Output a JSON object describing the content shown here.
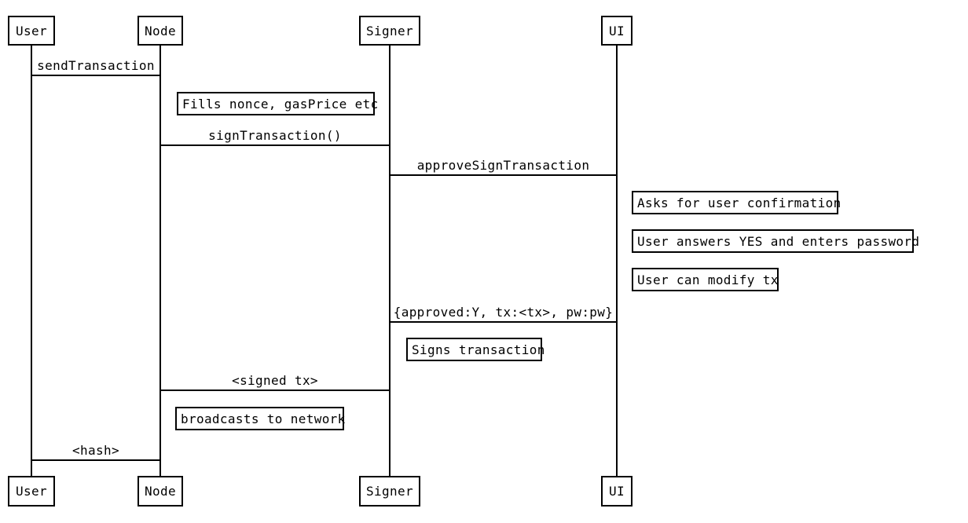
{
  "diagram": {
    "type": "sequence-diagram",
    "background_color": "#ffffff",
    "line_color": "#000000",
    "actors": [
      {
        "id": "user",
        "label": "User"
      },
      {
        "id": "node",
        "label": "Node"
      },
      {
        "id": "signer",
        "label": "Signer"
      },
      {
        "id": "ui",
        "label": "UI"
      }
    ],
    "messages": [
      {
        "from": "User",
        "to": "Node",
        "label": "sendTransaction"
      },
      {
        "from": "Node",
        "to": "Signer",
        "label": "signTransaction()"
      },
      {
        "from": "Signer",
        "to": "UI",
        "label": "approveSignTransaction"
      },
      {
        "from": "UI",
        "to": "Signer",
        "label": "{approved:Y, tx:<tx>, pw:pw}"
      },
      {
        "from": "Signer",
        "to": "Node",
        "label": "<signed tx>"
      },
      {
        "from": "Node",
        "to": "User",
        "label": "<hash>"
      }
    ],
    "notes": [
      {
        "on": "Node",
        "text": "Fills nonce, gasPrice etc"
      },
      {
        "on": "UI",
        "text": "Asks for user confirmation"
      },
      {
        "on": "UI",
        "text": "User answers YES and enters password"
      },
      {
        "on": "UI",
        "text": "User can modify tx"
      },
      {
        "on": "Signer",
        "text": "Signs transaction"
      },
      {
        "on": "Node",
        "text": "broadcasts to network"
      }
    ]
  }
}
